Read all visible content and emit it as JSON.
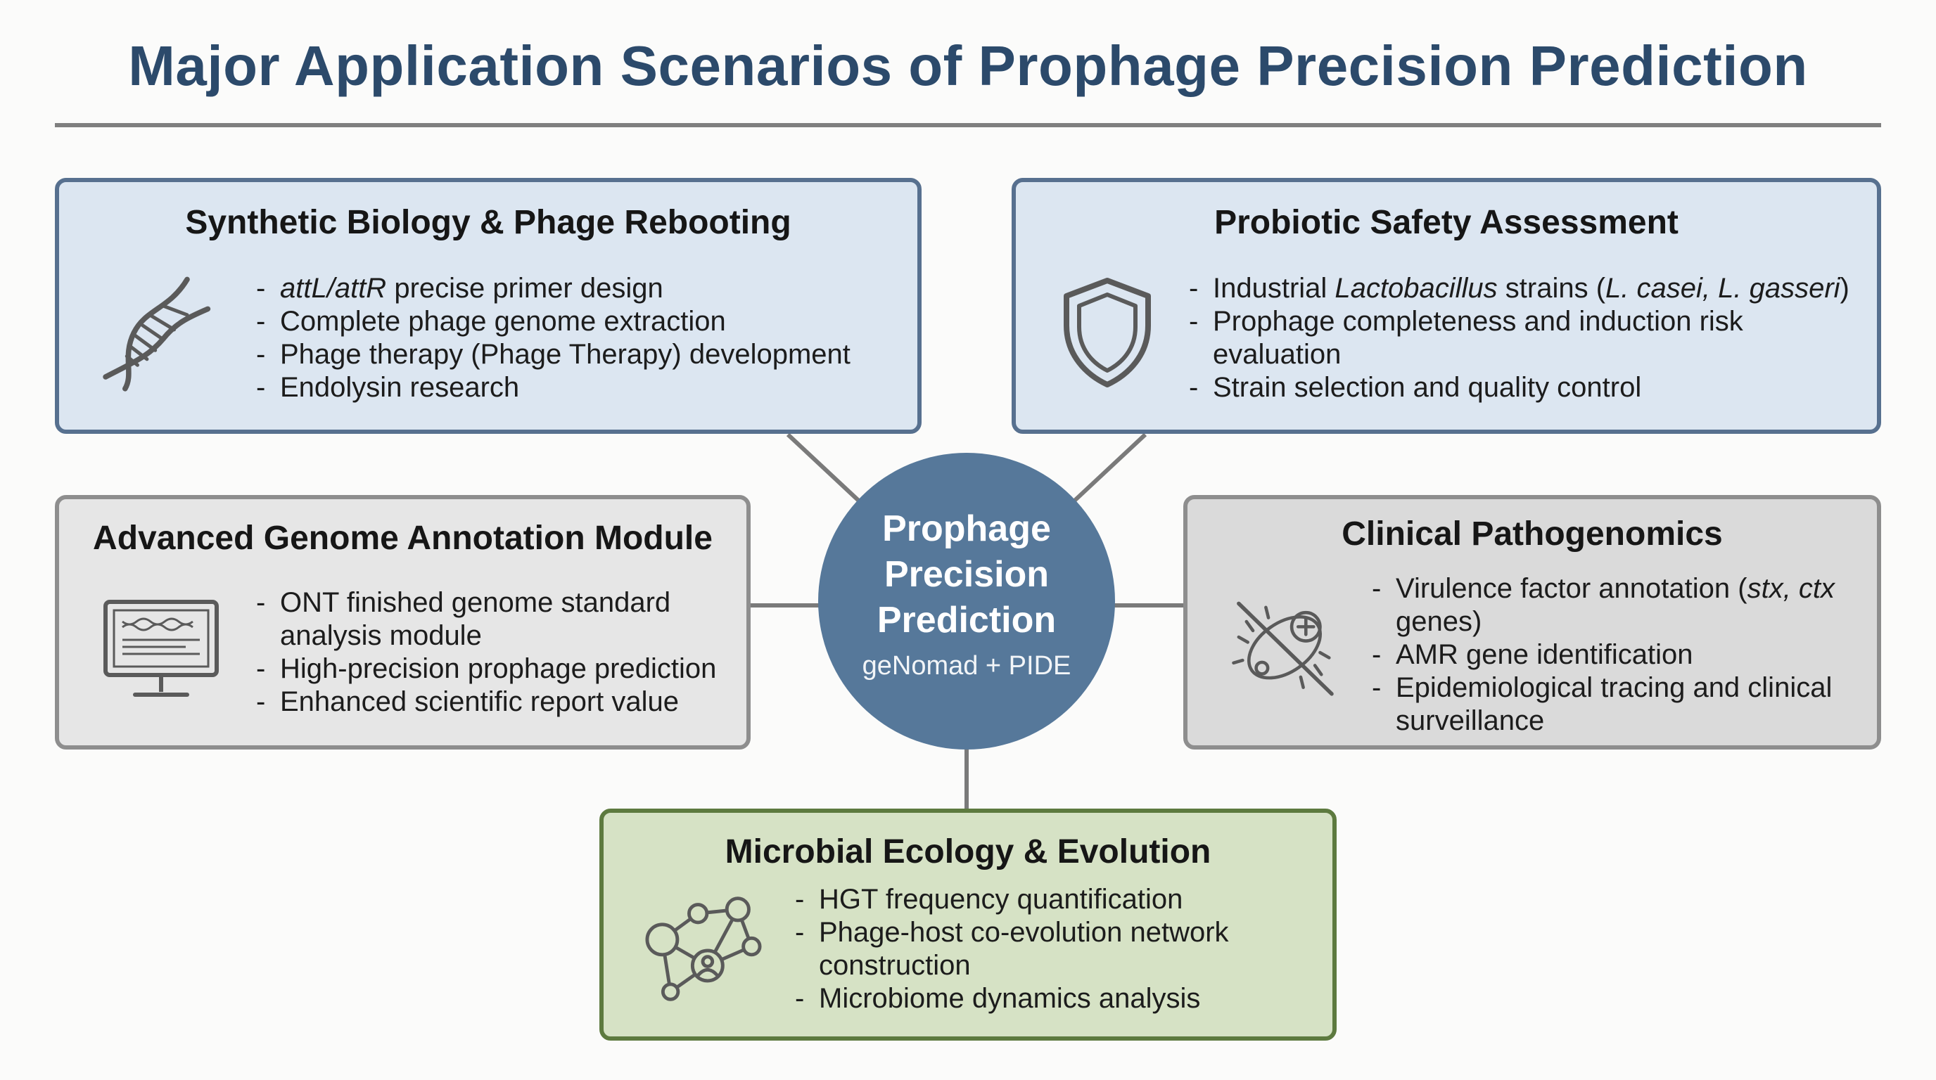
{
  "title": "Major Application Scenarios of Prophage Precision Prediction",
  "center": {
    "title": "Prophage\nPrecision\nPrediction",
    "subtitle": "geNomad + PIDE"
  },
  "boxes": {
    "synthetic": {
      "title": "Synthetic Biology & Phage Rebooting",
      "icon": "dna-icon",
      "color": "#dce6f1",
      "items": [
        {
          "em": "attL/attR",
          "text": " precise primer design"
        },
        {
          "text": "Complete phage genome extraction"
        },
        {
          "text": "Phage therapy (Phage Therapy) development"
        },
        {
          "text": "Endolysin research"
        }
      ]
    },
    "probiotic": {
      "title": "Probiotic Safety Assessment",
      "icon": "shield-icon",
      "color": "#dce6f1",
      "items": [
        {
          "pre": "Industrial ",
          "em": "Lactobacillus",
          "mid": " strains (",
          "em2": "L. casei, L. gasseri",
          "post": ")"
        },
        {
          "text": "Prophage completeness and induction risk",
          "cont": "evaluation"
        },
        {
          "text": "Strain selection and quality control"
        }
      ]
    },
    "annotation": {
      "title": "Advanced Genome Annotation Module",
      "icon": "monitor-icon",
      "color": "#e6e6e6",
      "items": [
        {
          "text": "ONT finished genome standard",
          "cont": "analysis module"
        },
        {
          "text": "High-precision prophage prediction"
        },
        {
          "text": "Enhanced scientific report value"
        }
      ]
    },
    "clinical": {
      "title": "Clinical Pathogenomics",
      "icon": "bacteria-crossed-icon",
      "color": "#dadada",
      "items": [
        {
          "pre": "Virulence factor annotation (",
          "em": "stx, ctx",
          "cont": "genes)"
        },
        {
          "text": "AMR gene identification"
        },
        {
          "text": "Epidemiological tracing and clinical",
          "cont": "surveillance"
        }
      ]
    },
    "ecology": {
      "title": "Microbial Ecology & Evolution",
      "icon": "network-icon",
      "color": "#d6e2c5",
      "items": [
        {
          "text": "HGT frequency quantification"
        },
        {
          "text": "Phage-host co-evolution network",
          "cont": "construction"
        },
        {
          "text": "Microbiome dynamics analysis"
        }
      ]
    }
  }
}
